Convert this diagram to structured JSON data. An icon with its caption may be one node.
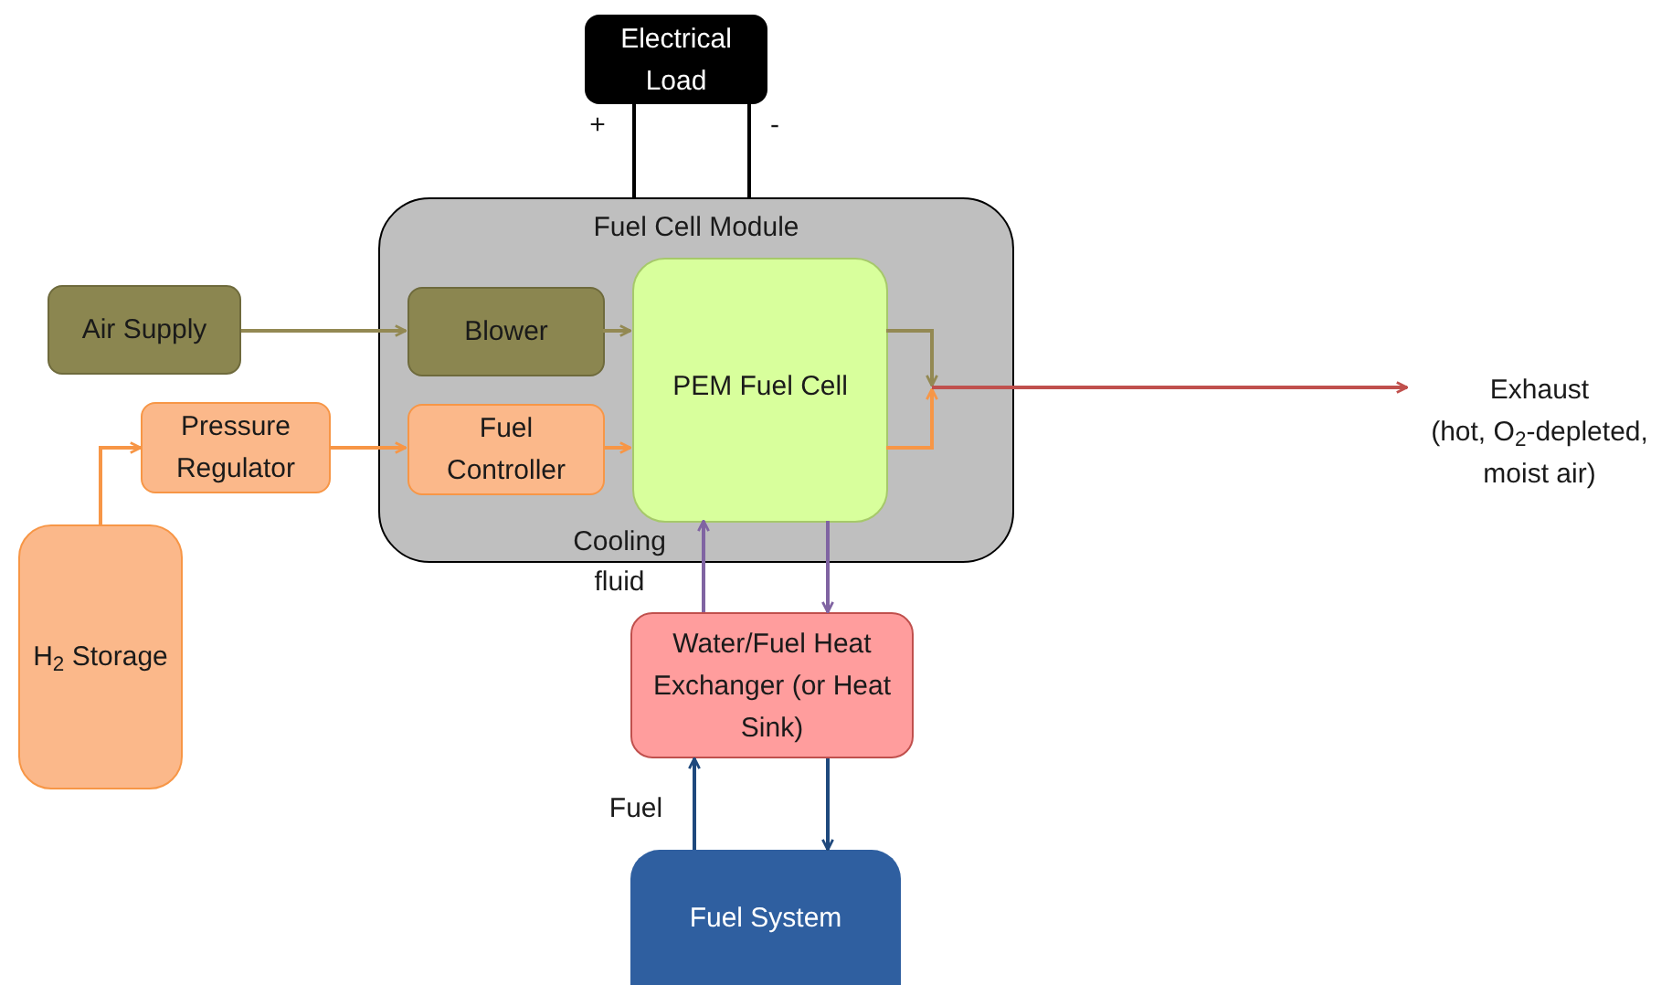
{
  "diagram": {
    "nodes": [
      {
        "text": [
          "Electrical Load"
        ]
      },
      {
        "text": [
          "Fuel Cell Module"
        ]
      },
      {
        "text": [
          "Blower"
        ],
        "in": 1
      },
      {
        "text": [
          "Fuel Controller"
        ],
        "in": 1
      },
      {
        "text": [
          "PEM Fuel Cell"
        ],
        "in": 1
      },
      {
        "text": [
          "Air Supply"
        ]
      },
      {
        "text": [
          "Pressure Regulator"
        ]
      },
      {
        "text": [
          "H$_{2}$ Storage"
        ]
      },
      {
        "text": [
          "Water/Fuel Heat Exchanger (or Heat Sink)"
        ]
      },
      {
        "text": [
          "Fuel System"
        ]
      },
      {
        "text": [
          "Exhaust",
          "(hot, O$_{2}$-depleted, moist air)"
        ]
      }
    ],
    "edges": [
      {
        "from": 0,
        "to": 1,
        "arrow": "none",
        "label": "+",
        "color": "#000000"
      },
      {
        "from": 0,
        "to": 1,
        "arrow": "none",
        "label": "-",
        "color": "#000000"
      },
      {
        "from": 5,
        "to": 2,
        "arrow": "to",
        "color": "#938953"
      },
      {
        "from": 2,
        "to": 4,
        "arrow": "to",
        "color": "#938953"
      },
      {
        "from": 7,
        "to": 6,
        "arrow": "to",
        "color": "#f79646"
      },
      {
        "from": 6,
        "to": 3,
        "arrow": "to",
        "color": "#f79646"
      },
      {
        "from": 3,
        "to": 4,
        "arrow": "to",
        "color": "#f79646"
      },
      {
        "from": 4,
        "to": null,
        "arrow": "to",
        "color": "#938953"
      },
      {
        "from": 4,
        "to": null,
        "arrow": "to",
        "color": "#f79646"
      },
      {
        "from": 8,
        "to": 4,
        "arrow": "to",
        "color": "#8064a2",
        "label": "Cooling fluid"
      },
      {
        "from": 4,
        "to": 8,
        "arrow": "to",
        "color": "#8064a2"
      },
      {
        "from": 9,
        "to": 8,
        "arrow": "to",
        "color": "#1f497d",
        "label": "Fuel"
      },
      {
        "from": 8,
        "to": 9,
        "arrow": "to",
        "color": "#1f497d"
      },
      {
        "from": null,
        "to": 10,
        "arrow": "to",
        "color": "#c0504d"
      }
    ]
  }
}
